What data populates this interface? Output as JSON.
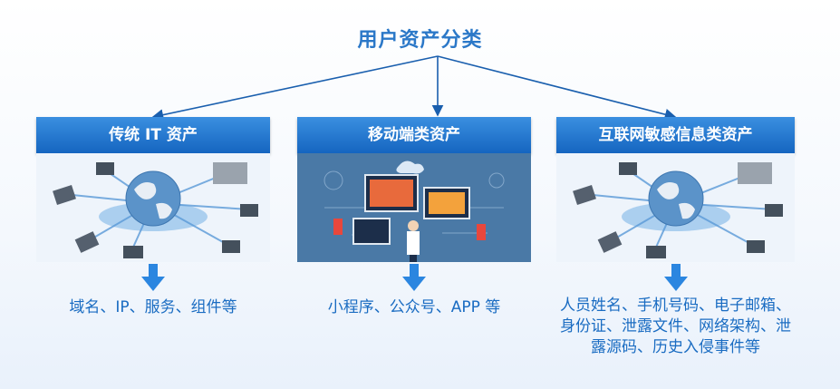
{
  "title": "用户资产分类",
  "categories": [
    {
      "header": "传统 IT 资产",
      "image": "network-globe-illustration",
      "description": "域名、IP、服务、组件等"
    },
    {
      "header": "移动端类资产",
      "image": "mobile-devices-illustration",
      "description": "小程序、公众号、APP 等"
    },
    {
      "header": "互联网敏感信息类资产",
      "image": "network-globe-illustration",
      "description": "人员姓名、手机号码、电子邮箱、身份证、泄露文件、网络架构、泄露源码、历史入侵事件等"
    }
  ],
  "colors": {
    "accent": "#2b78c8",
    "header_top": "#3a8fe0",
    "header_bottom": "#1565c0",
    "text": "#1a6cc2"
  }
}
